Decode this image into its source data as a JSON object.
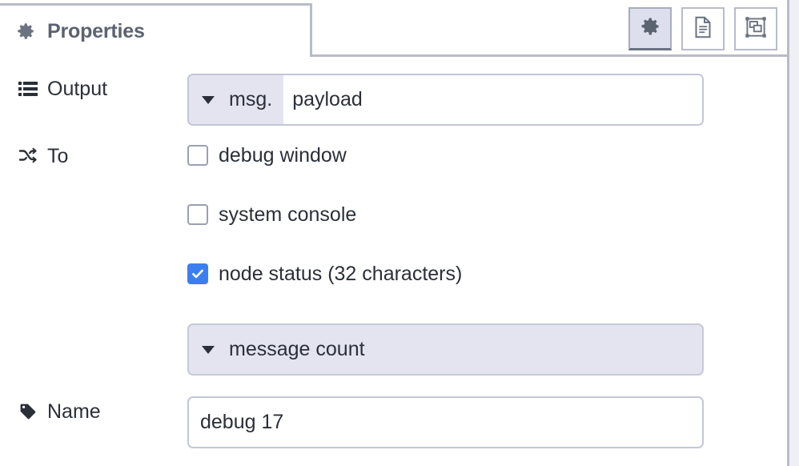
{
  "panel": {
    "tab": {
      "label": "Properties",
      "icon": "gear-icon"
    },
    "tools": [
      {
        "name": "properties-tool",
        "icon": "gear-icon",
        "active": true
      },
      {
        "name": "description-tool",
        "icon": "document-icon",
        "active": false
      },
      {
        "name": "appearance-tool",
        "icon": "appearance-icon",
        "active": false
      }
    ]
  },
  "form": {
    "output": {
      "label": "Output",
      "icon": "list-icon",
      "type_prefix": "msg.",
      "value": "payload",
      "placeholder": ""
    },
    "to": {
      "label": "To",
      "icon": "shuffle-icon",
      "options": [
        {
          "label": "debug window",
          "checked": false
        },
        {
          "label": "system console",
          "checked": false
        },
        {
          "label": "node status (32 characters)",
          "checked": true
        }
      ],
      "status_select": {
        "value": "message count"
      }
    },
    "name": {
      "label": "Name",
      "icon": "tag-icon",
      "value": "debug 17",
      "placeholder": "Name"
    }
  },
  "colors": {
    "accent_checked": "#3b7ef0",
    "field_border": "#c3c6d4",
    "prefix_bg": "#e3e4f0",
    "tab_border": "#b8bcc8",
    "tab_label": "#5b6270",
    "text": "#2b2f38",
    "tool_active_bg": "#dddfec",
    "canvas_bg": "#eef0f5"
  }
}
